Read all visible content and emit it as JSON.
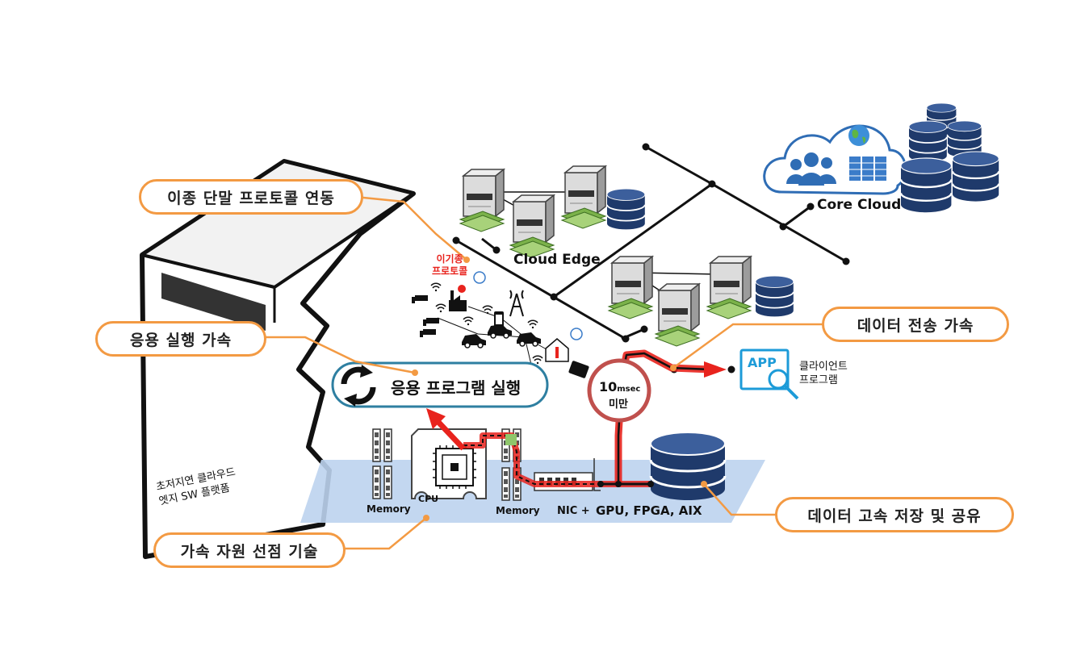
{
  "callouts": {
    "protocol": "이종 단말 프로토콜 연동",
    "app_exec": "응용 실행 가속",
    "transfer": "데이터 전송 가속",
    "storage": "데이터 고속 저장 및 공유",
    "resource": "가속 자원 선점 기술"
  },
  "labels": {
    "core_cloud": "Core Cloud",
    "cloud_edge": "Cloud Edge",
    "hetero_line1": "이기종",
    "hetero_line2": "프로토콜",
    "app_program": "응용 프로그램 실행",
    "latency_value": "10",
    "latency_unit": "msec",
    "latency_sub": "미만",
    "app_icon": "APP",
    "client_line1": "클라이언트",
    "client_line2": "프로그램",
    "memory_left": "Memory",
    "memory_right": "Memory",
    "cpu": "CPU",
    "nic": "NIC +",
    "accel": "GPU, FPGA, AIX",
    "platform_line1": "초저지연 클라우드",
    "platform_line2": "엣지 SW 플랫폼"
  },
  "colors": {
    "callout_border": "#f39a43",
    "highlight_red": "#e8231d",
    "db_blue": "#1f3a6b",
    "panel_blue": "#bcd3ee",
    "cloud_blue": "#2f6db5"
  },
  "icons": [
    "server-icon",
    "database-icon",
    "cloud-icon",
    "users-icon",
    "globe-icon",
    "refresh-icon",
    "app-search-icon",
    "car-icon",
    "factory-icon",
    "antenna-tower-icon",
    "cctv-icon",
    "smartphone-icon",
    "tablet-icon",
    "thermometer-icon",
    "memory-module-icon",
    "cpu-chip-icon",
    "nic-card-icon"
  ]
}
